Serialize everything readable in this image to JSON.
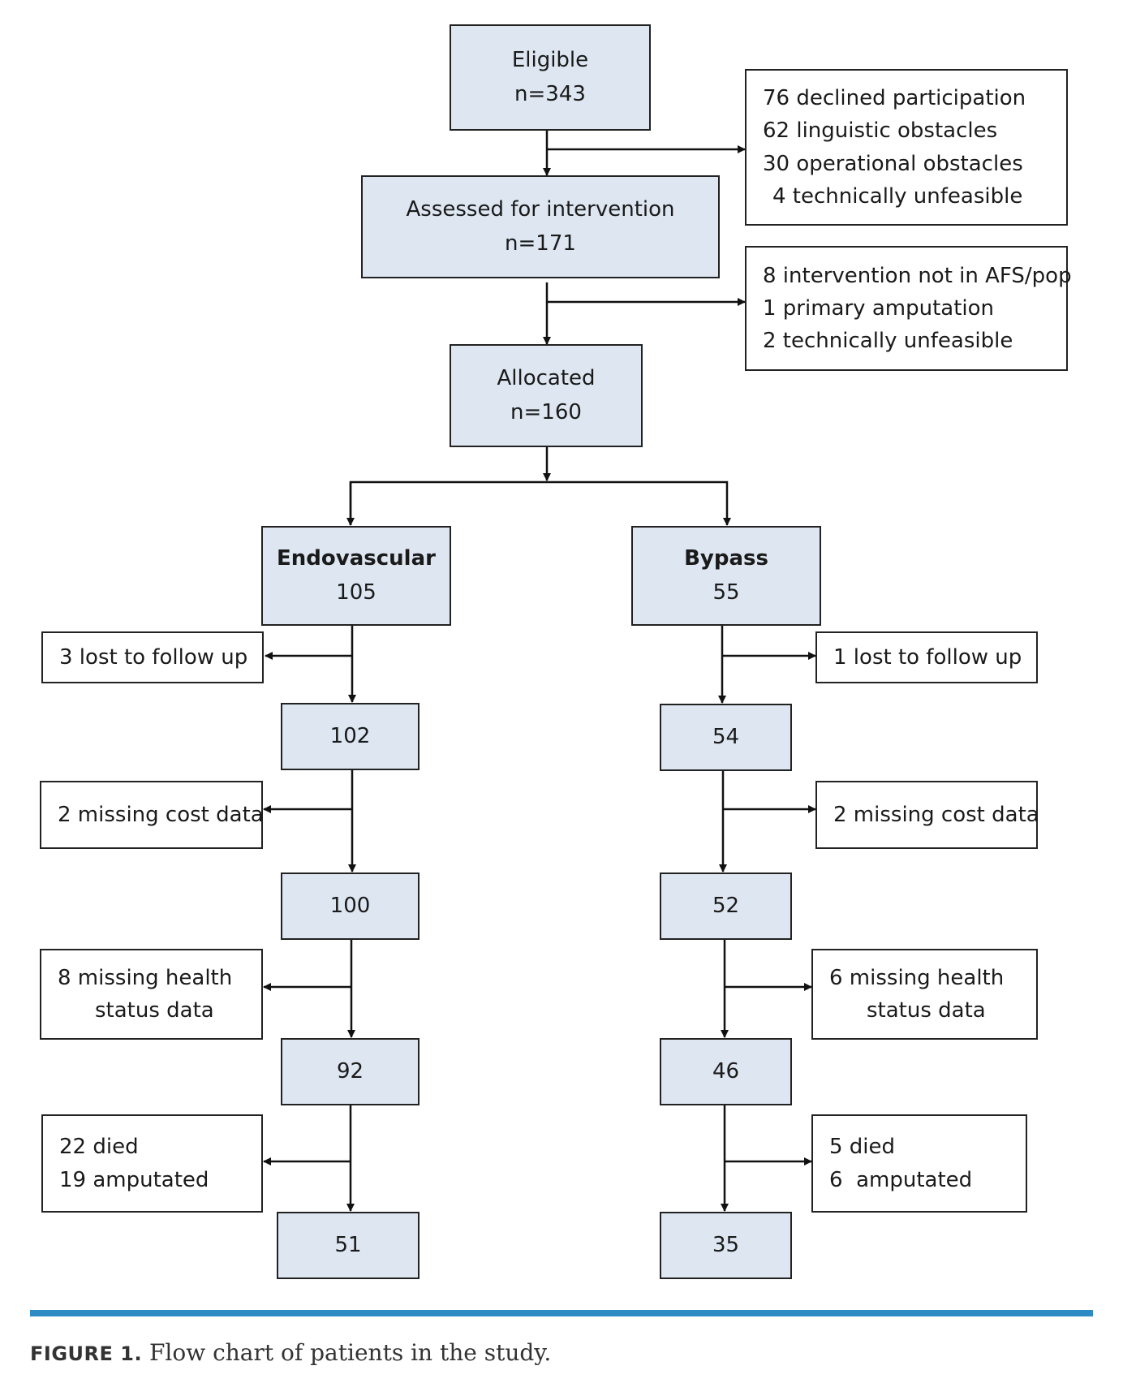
{
  "top": {
    "eligible": {
      "label": "Eligible",
      "value": "n=343"
    },
    "excluded1": [
      "76 declined participation",
      "62 linguistic obstacles",
      "30 operational obstacles",
      "4 technically unfeasible"
    ],
    "assessed": {
      "label": "Assessed for intervention",
      "value": "n=171"
    },
    "excluded2": [
      "8 intervention not in AFS/pop",
      "1 primary amputation",
      "2 technically unfeasible"
    ],
    "allocated": {
      "label": "Allocated",
      "value": "n=160"
    }
  },
  "endovascular": {
    "title": "Endovascular",
    "n": "105",
    "stages": [
      "102",
      "100",
      "92",
      "51"
    ],
    "losses": [
      [
        "3 lost to follow up"
      ],
      [
        "2 missing cost data"
      ],
      [
        "8 missing health",
        "status data"
      ],
      [
        "22 died",
        "19 amputated"
      ]
    ]
  },
  "bypass": {
    "title": "Bypass",
    "n": "55",
    "stages": [
      "54",
      "52",
      "46",
      "35"
    ],
    "losses": [
      [
        "1 lost to follow up"
      ],
      [
        "2 missing cost data"
      ],
      [
        "6 missing health",
        "status data"
      ],
      [
        "5 died",
        "6  amputated"
      ]
    ]
  },
  "caption": {
    "label": "FIGURE 1.",
    "text": " Flow chart of patients in the study."
  },
  "colors": {
    "box_fill": "#dde6f1",
    "rule": "#2f8bc4",
    "stroke": "#222222"
  }
}
